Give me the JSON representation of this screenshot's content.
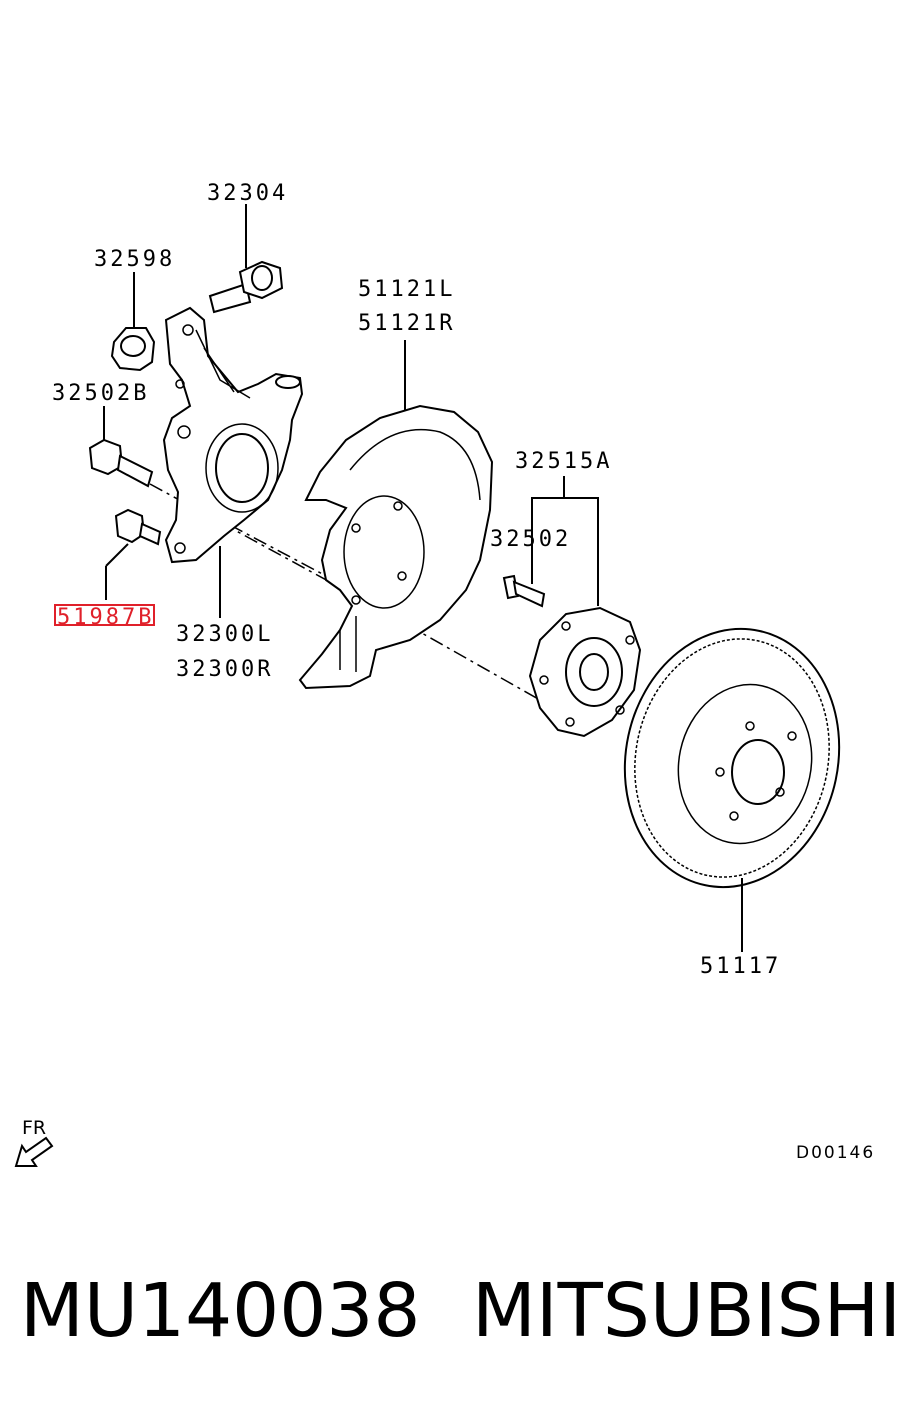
{
  "diagram": {
    "labels": {
      "l32304": "32304",
      "l32598": "32598",
      "l32502b": "32502B",
      "l51987b": "51987B",
      "l32300l": "32300L",
      "l32300r": "32300R",
      "l51121l": "51121L",
      "l51121r": "51121R",
      "l32515a": "32515A",
      "l32502": "32502",
      "l51117": "51117"
    },
    "direction_label": "FR",
    "drawing_code": "D00146",
    "highlight_color": "#e0202a"
  },
  "caption": {
    "part_number": "MU140038",
    "brand": "MITSUBISHI"
  }
}
